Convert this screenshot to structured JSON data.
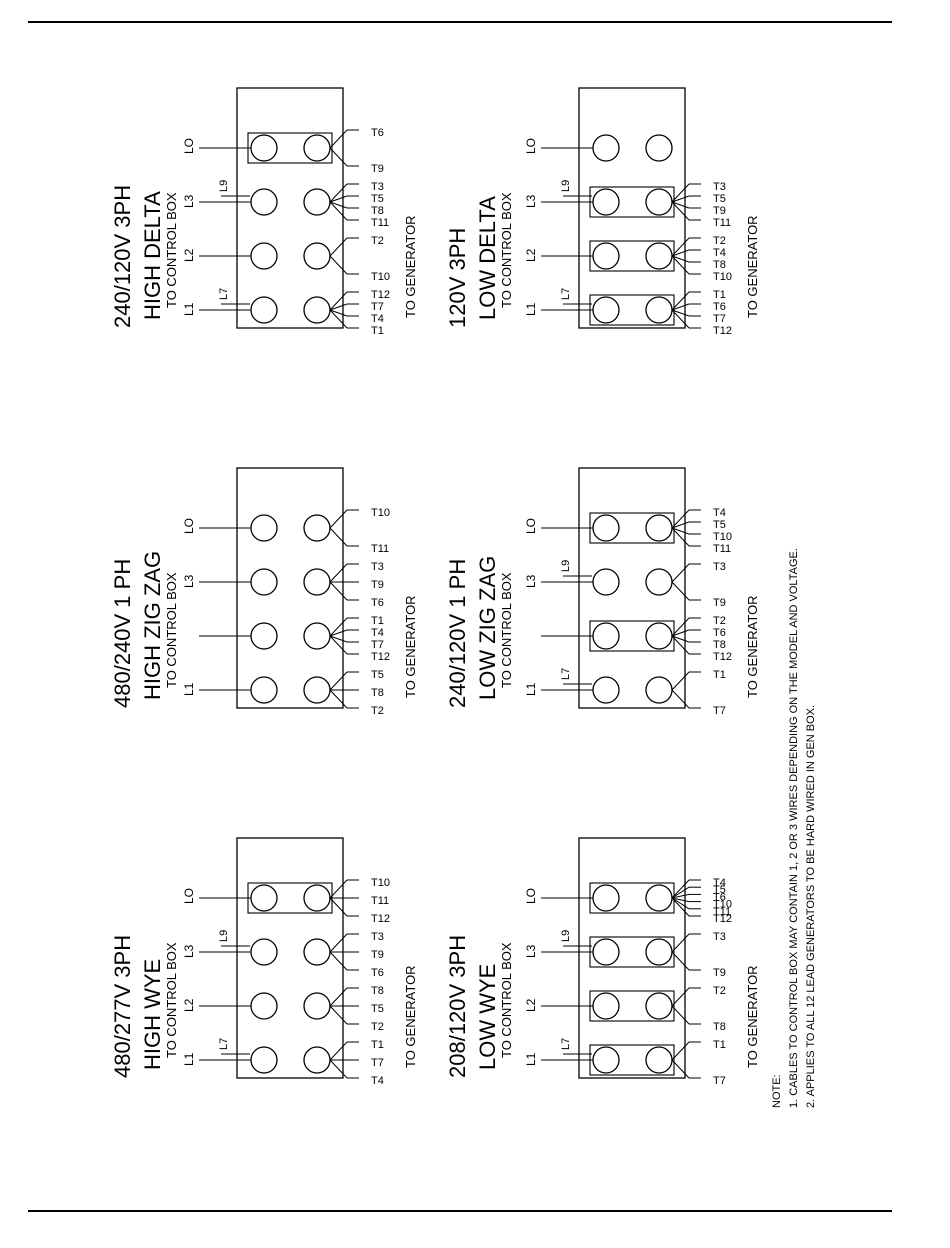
{
  "diagrams": [
    {
      "title": "480/277V 3PH",
      "subtitle": "HIGH WYE",
      "to_control": "TO CONTROL BOX",
      "to_generator": "TO GENERATOR",
      "lines": [
        "L1",
        "L3",
        "L3",
        "LO"
      ],
      "rows": [
        {
          "line": "L1",
          "has_line_label": true,
          "bus": false,
          "side": "L7",
          "wires": [
            "T4",
            "T7",
            "T1"
          ]
        },
        {
          "line": "L2",
          "has_line_label": true,
          "bus": false,
          "side": "",
          "wires": [
            "T2",
            "T5",
            "T8"
          ]
        },
        {
          "line": "L3",
          "has_line_label": true,
          "bus": false,
          "side": "L9",
          "wires": [
            "T6",
            "T9",
            "T3"
          ]
        },
        {
          "line": "LO",
          "has_line_label": true,
          "bus": true,
          "side": "",
          "wires": [
            "T12",
            "T11",
            "T10"
          ]
        }
      ]
    },
    {
      "title": "480/240V 1 PH",
      "subtitle": "HIGH ZIG ZAG",
      "to_control": "TO CONTROL BOX",
      "to_generator": "TO GENERATOR",
      "rows": [
        {
          "line": "L1",
          "has_line_label": true,
          "bus": false,
          "side": "",
          "wires": [
            "T2",
            "T8",
            "T5"
          ]
        },
        {
          "line": "",
          "has_line_label": false,
          "bus": false,
          "side": "",
          "wires": [
            "T12",
            "T7",
            "T4",
            "T1"
          ]
        },
        {
          "line": "L3",
          "has_line_label": true,
          "bus": false,
          "side": "",
          "wires": [
            "T6",
            "T9",
            "T3"
          ]
        },
        {
          "line": "LO",
          "has_line_label": true,
          "bus": false,
          "side": "",
          "wires": [
            "T11",
            "T10"
          ]
        }
      ]
    },
    {
      "title": "240/120V 3PH",
      "subtitle": "HIGH DELTA",
      "to_control": "TO CONTROL BOX",
      "to_generator": "TO GENERATOR",
      "rows": [
        {
          "line": "L1",
          "has_line_label": true,
          "bus": false,
          "side": "L7",
          "wires": [
            "T1",
            "T4",
            "T7",
            "T12"
          ]
        },
        {
          "line": "L2",
          "has_line_label": true,
          "bus": false,
          "side": "",
          "wires": [
            "T10",
            "T2"
          ]
        },
        {
          "line": "L3",
          "has_line_label": true,
          "bus": false,
          "side": "L9",
          "wires": [
            "T11",
            "T8",
            "T5",
            "T3"
          ]
        },
        {
          "line": "LO",
          "has_line_label": true,
          "bus": true,
          "side": "",
          "wires": [
            "T9",
            "T6"
          ]
        }
      ]
    },
    {
      "title": "208/120V 3PH",
      "subtitle": "LOW WYE",
      "to_control": "TO CONTROL BOX",
      "to_generator": "TO GENERATOR",
      "rows": [
        {
          "line": "L1",
          "has_line_label": true,
          "bus": true,
          "side": "L7",
          "wires": [
            "T7",
            "T1"
          ]
        },
        {
          "line": "L2",
          "has_line_label": true,
          "bus": true,
          "side": "",
          "wires": [
            "T8",
            "T2"
          ]
        },
        {
          "line": "L3",
          "has_line_label": true,
          "bus": true,
          "side": "L9",
          "wires": [
            "T9",
            "T3"
          ]
        },
        {
          "line": "LO",
          "has_line_label": true,
          "bus": true,
          "side": "",
          "wires": [
            "T12",
            "T11",
            "T10",
            "T6",
            "T5",
            "T4"
          ]
        }
      ]
    },
    {
      "title": "240/120V 1 PH",
      "subtitle": "LOW ZIG ZAG",
      "to_control": "TO CONTROL BOX",
      "to_generator": "TO GENERATOR",
      "rows": [
        {
          "line": "L1",
          "has_line_label": true,
          "bus": false,
          "side": "L7",
          "wires": [
            "T7",
            "T1"
          ]
        },
        {
          "line": "",
          "has_line_label": false,
          "bus": true,
          "side": "",
          "wires": [
            "T12",
            "T8",
            "T6",
            "T2"
          ]
        },
        {
          "line": "L3",
          "has_line_label": true,
          "bus": false,
          "side": "L9",
          "wires": [
            "T9",
            "T3"
          ]
        },
        {
          "line": "LO",
          "has_line_label": true,
          "bus": true,
          "side": "",
          "wires": [
            "T11",
            "T10",
            "T5",
            "T4"
          ]
        }
      ]
    },
    {
      "title": "120V 3PH",
      "subtitle": "LOW DELTA",
      "to_control": "TO CONTROL BOX",
      "to_generator": "TO GENERATOR",
      "rows": [
        {
          "line": "L1",
          "has_line_label": true,
          "bus": true,
          "side": "L7",
          "wires": [
            "T12",
            "T7",
            "T6",
            "T1"
          ]
        },
        {
          "line": "L2",
          "has_line_label": true,
          "bus": true,
          "side": "",
          "wires": [
            "T10",
            "T8",
            "T4",
            "T2"
          ]
        },
        {
          "line": "L3",
          "has_line_label": true,
          "bus": true,
          "side": "L9",
          "wires": [
            "T11",
            "T9",
            "T5",
            "T3"
          ]
        },
        {
          "line": "LO",
          "has_line_label": true,
          "bus": false,
          "side": "",
          "wires": []
        }
      ]
    }
  ],
  "note": {
    "heading": "NOTE:",
    "lines": [
      "1.  CABLES TO CONTROL BOX MAY CONTAIN 1, 2 OR 3 WIRES DEPENDING ON THE MODEL AND VOLTAGE.",
      "2.  APPLIES TO ALL 12 LEAD GENERATORS TO BE HARD WIRED IN GEN BOX."
    ]
  }
}
